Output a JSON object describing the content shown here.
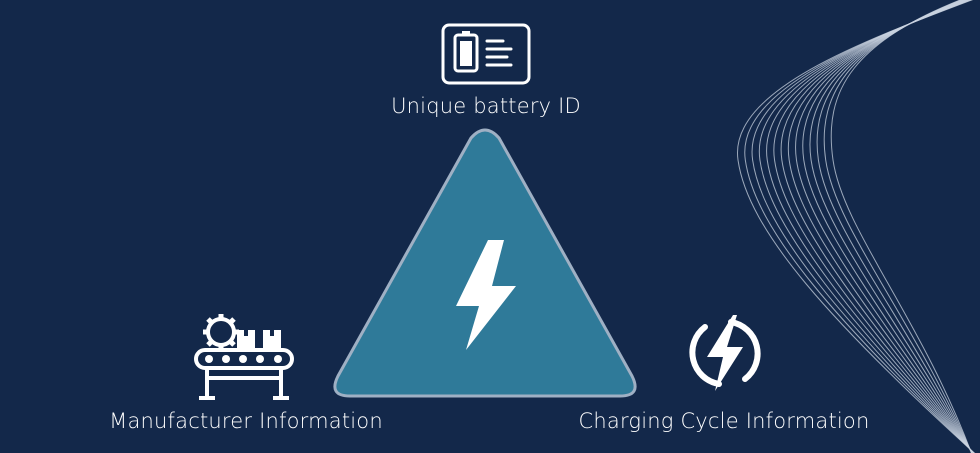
{
  "diagram": {
    "top_label": "Unique battery ID",
    "left_label": "Manufacturer Information",
    "right_label": "Charging Cycle Information"
  },
  "colors": {
    "background": "#13284a",
    "triangle_fill": "#2f7a99",
    "triangle_stroke": "#9fb0c4",
    "foreground": "#ffffff"
  },
  "icons": {
    "top": "id-card-battery-icon",
    "center": "lightning-bolt-icon",
    "left": "factory-conveyor-icon",
    "right": "charging-cycle-icon"
  }
}
